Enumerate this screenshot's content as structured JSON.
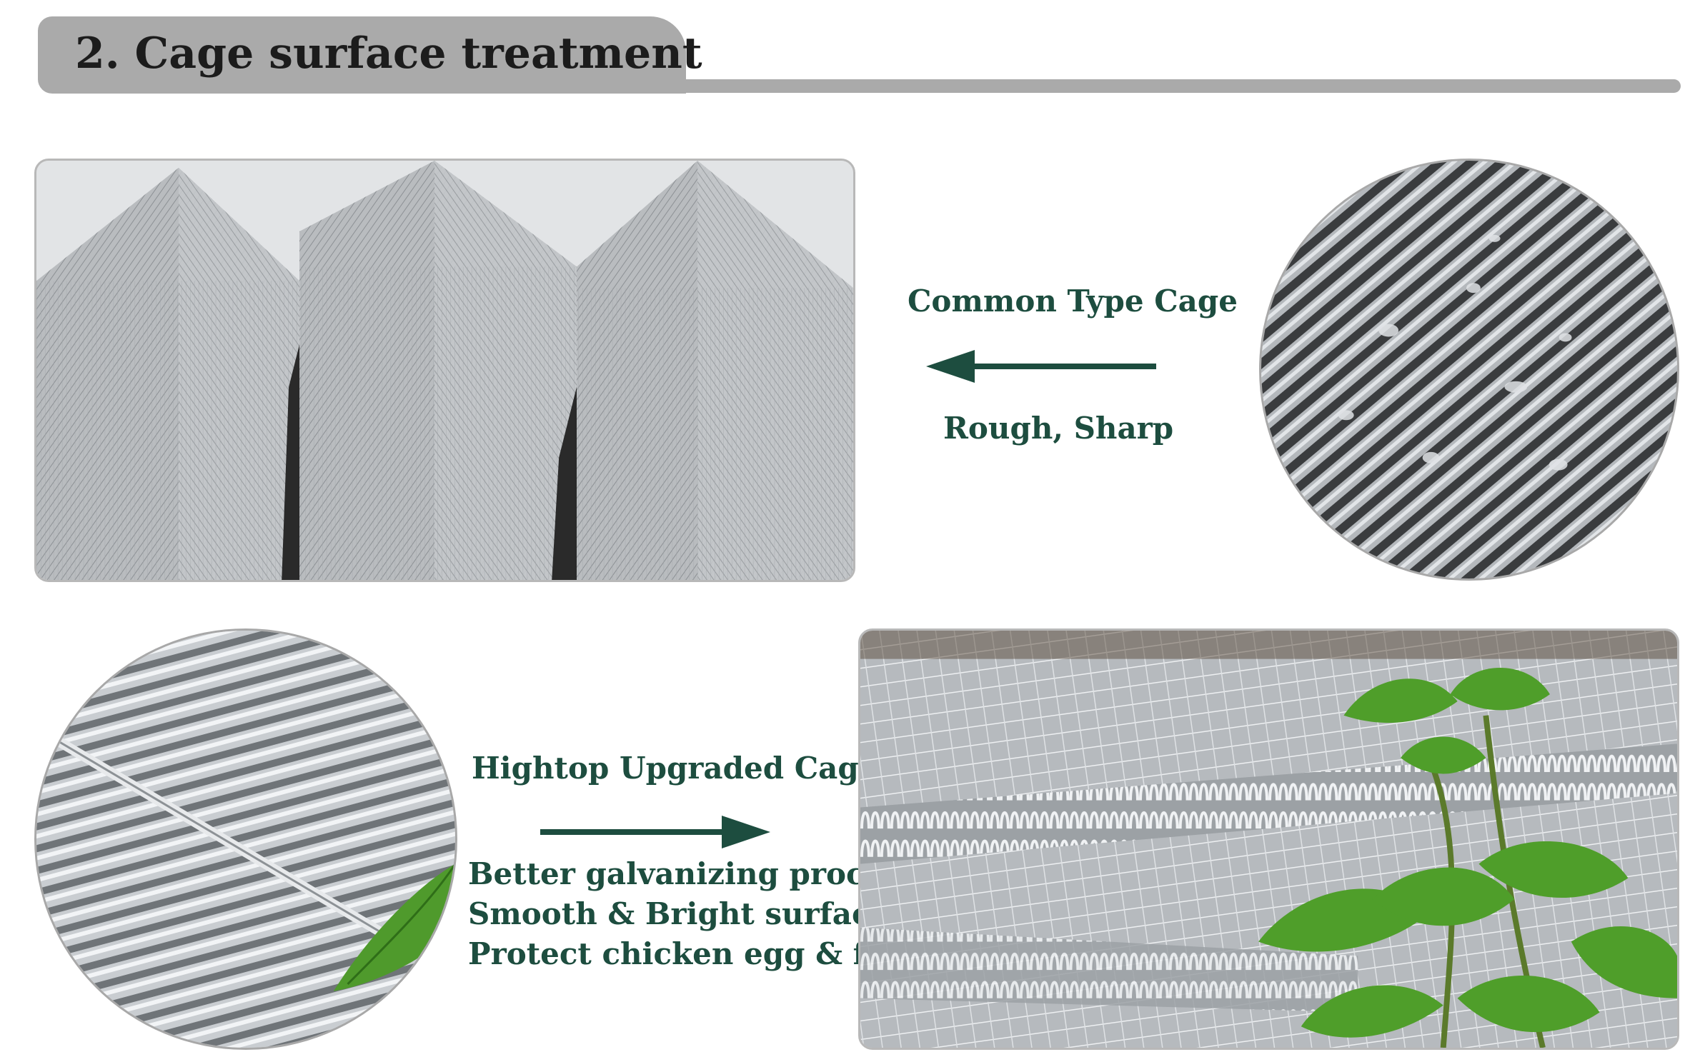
{
  "header": {
    "title": "2. Cage surface treatment"
  },
  "common": {
    "title": "Common Type Cage",
    "subtitle": "Rough, Sharp"
  },
  "upgraded": {
    "title": "Hightop Upgraded Cage",
    "features": [
      "Better galvanizing process",
      "Smooth & Bright surface",
      "Protect chicken egg & feet"
    ]
  },
  "colors": {
    "accent": "#1d4d3f",
    "header_bar": "#aaaaaa"
  }
}
